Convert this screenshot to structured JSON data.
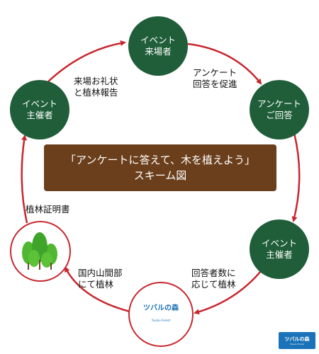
{
  "nodes": {
    "top": [
      "イベント",
      "来場者"
    ],
    "upper_right": [
      "アンケート",
      "ご回答"
    ],
    "lower_right": [
      "イベント",
      "主催者"
    ],
    "bottom_logo": "ツバルの森",
    "bottom_logo_sub": "Tuvalu Forest",
    "upper_left": [
      "イベント",
      "主催者"
    ]
  },
  "edge_labels": {
    "top_to_upper_right": [
      "アンケート",
      "回答を促進"
    ],
    "lower_right_to_bottom": [
      "回答者数に",
      "応じて植林"
    ],
    "bottom_to_lower_left": [
      "国内山間部",
      "にて植林"
    ],
    "lower_left_to_upper_left": "植林証明書",
    "upper_left_to_top": [
      "来場お礼状",
      "と植林報告"
    ]
  },
  "center": {
    "title": "「アンケートに答えて、木を植えよう」",
    "subtitle": "スキーム図"
  },
  "corner_logo": {
    "word": "ツバルの森",
    "sub": "Tuvalu Forest"
  },
  "colors": {
    "node_green": "#1f5e39",
    "arrow_red": "#c8272f",
    "box_brown": "#6b3f1c",
    "logo_blue": "#1a73b8"
  }
}
